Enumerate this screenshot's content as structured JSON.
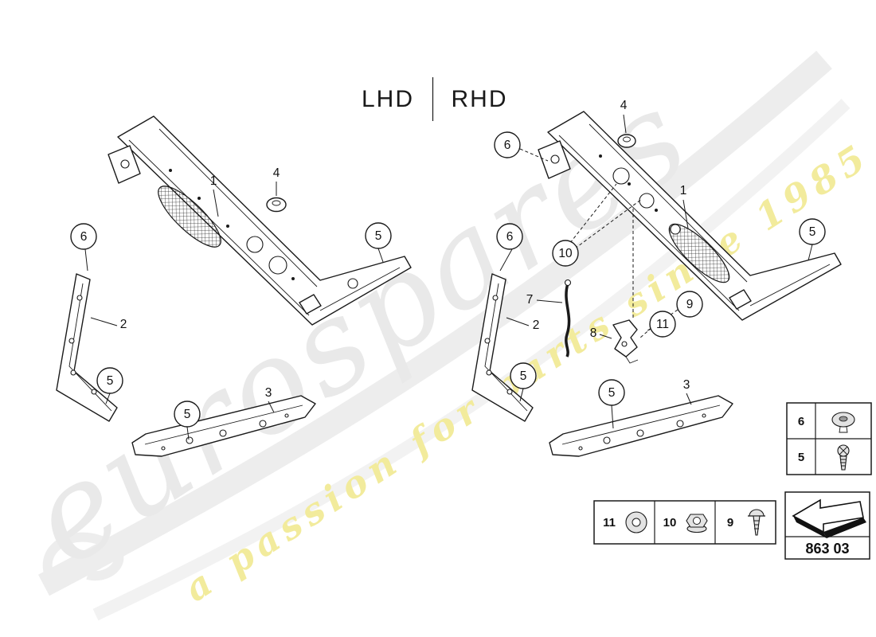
{
  "header": {
    "lhd": "LHD",
    "rhd": "RHD"
  },
  "watermark": {
    "brand": "eurospares",
    "tagline": "a passion for parts since 1985",
    "brand_color": "#e9e9e9",
    "tagline_color": "#f2eb9c"
  },
  "colors": {
    "line": "#1a1a1a",
    "background": "#ffffff"
  },
  "callouts": {
    "lhd": [
      {
        "label": "1",
        "circled": false
      },
      {
        "label": "4",
        "circled": false
      },
      {
        "label": "5",
        "circled": true
      },
      {
        "label": "6",
        "circled": true
      },
      {
        "label": "2",
        "circled": false
      },
      {
        "label": "5",
        "circled": true
      },
      {
        "label": "5",
        "circled": true
      },
      {
        "label": "3",
        "circled": false
      }
    ],
    "rhd": [
      {
        "label": "6",
        "circled": true
      },
      {
        "label": "4",
        "circled": false
      },
      {
        "label": "1",
        "circled": false
      },
      {
        "label": "5",
        "circled": true
      },
      {
        "label": "10",
        "circled": true
      },
      {
        "label": "7",
        "circled": false
      },
      {
        "label": "8",
        "circled": false
      },
      {
        "label": "9",
        "circled": true
      },
      {
        "label": "11",
        "circled": true
      },
      {
        "label": "6",
        "circled": true
      },
      {
        "label": "2",
        "circled": false
      },
      {
        "label": "5",
        "circled": true
      },
      {
        "label": "5",
        "circled": true
      },
      {
        "label": "3",
        "circled": false
      }
    ]
  },
  "legend": {
    "box_a": {
      "rows": [
        {
          "label": "6",
          "icon": "grommet-icon"
        },
        {
          "label": "5",
          "icon": "screw-icon"
        }
      ]
    },
    "box_b": {
      "cells": [
        {
          "label": "11",
          "icon": "washer-icon"
        },
        {
          "label": "10",
          "icon": "flange-nut-icon"
        },
        {
          "label": "9",
          "icon": "rivet-screw-icon"
        }
      ]
    },
    "part_code": "863 03",
    "logo_icon": "arrow-logo-icon"
  }
}
